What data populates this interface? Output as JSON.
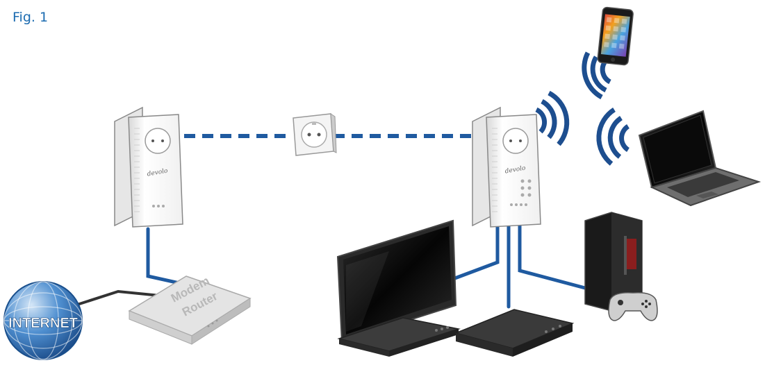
{
  "figure": {
    "label": "Fig. 1"
  },
  "globe": {
    "label": "INTERNET"
  },
  "router": {
    "line1": "Modem",
    "line2": "Router"
  },
  "adapter_left": {
    "brand": "devolo"
  },
  "adapter_right": {
    "brand": "devolo"
  },
  "colors": {
    "cable": "#1f5aa0",
    "dashed_link": "#1f5aa0",
    "wifi": "#1d4e8f",
    "globe": "#2d6fb8",
    "device_dark": "#1a1a1a"
  },
  "icons": [
    "globe-icon",
    "router-icon",
    "powerline-adapter-icon",
    "wall-socket-icon",
    "wifi-waves-icon",
    "smartphone-icon",
    "laptop-icon",
    "tv-icon",
    "settop-box-icon",
    "game-console-icon",
    "gamepad-icon"
  ]
}
